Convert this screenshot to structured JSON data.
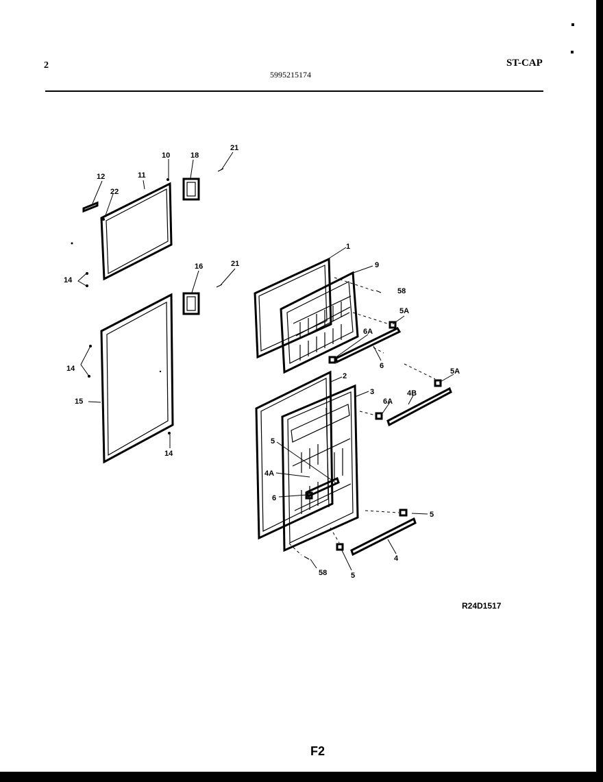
{
  "header": {
    "page_number": "2",
    "part_number": "5995215174",
    "model_code": "ST-CAP"
  },
  "diagram_ref": "R24D1517",
  "figure_label": "F2",
  "callouts": {
    "c10": "10",
    "c18": "18",
    "c21a": "21",
    "c12": "12",
    "c11": "11",
    "c22": "22",
    "c14a": "14",
    "c16": "16",
    "c21b": "21",
    "c14b": "14",
    "c15": "15",
    "c14c": "14",
    "c1": "1",
    "c9": "9",
    "c58a": "58",
    "c5a1": "5A",
    "c6a1": "6A",
    "c6": "6",
    "c2": "2",
    "c3": "3",
    "c5a2": "5A",
    "c6a2": "6A",
    "c4b": "4B",
    "c5b": "5",
    "c4a": "4A",
    "c6b": "6",
    "c5c": "5",
    "c4": "4",
    "c58b": "58",
    "c5d": "5"
  }
}
